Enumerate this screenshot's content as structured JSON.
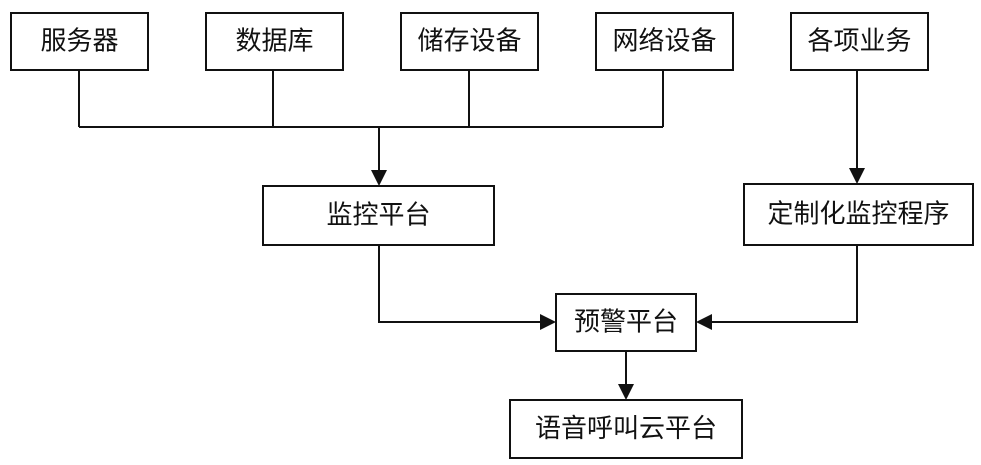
{
  "nodes": {
    "server": "服务器",
    "database": "数据库",
    "storage": "储存设备",
    "network": "网络设备",
    "business": "各项业务",
    "monitor_platform": "监控平台",
    "custom_monitor": "定制化监控程序",
    "warning_platform": "预警平台",
    "voice_cloud": "语音呼叫云平台"
  },
  "edges": [
    {
      "from": "server",
      "to": "monitor_platform"
    },
    {
      "from": "database",
      "to": "monitor_platform"
    },
    {
      "from": "storage",
      "to": "monitor_platform"
    },
    {
      "from": "network",
      "to": "monitor_platform"
    },
    {
      "from": "business",
      "to": "custom_monitor"
    },
    {
      "from": "monitor_platform",
      "to": "warning_platform"
    },
    {
      "from": "custom_monitor",
      "to": "warning_platform"
    },
    {
      "from": "warning_platform",
      "to": "voice_cloud"
    }
  ]
}
